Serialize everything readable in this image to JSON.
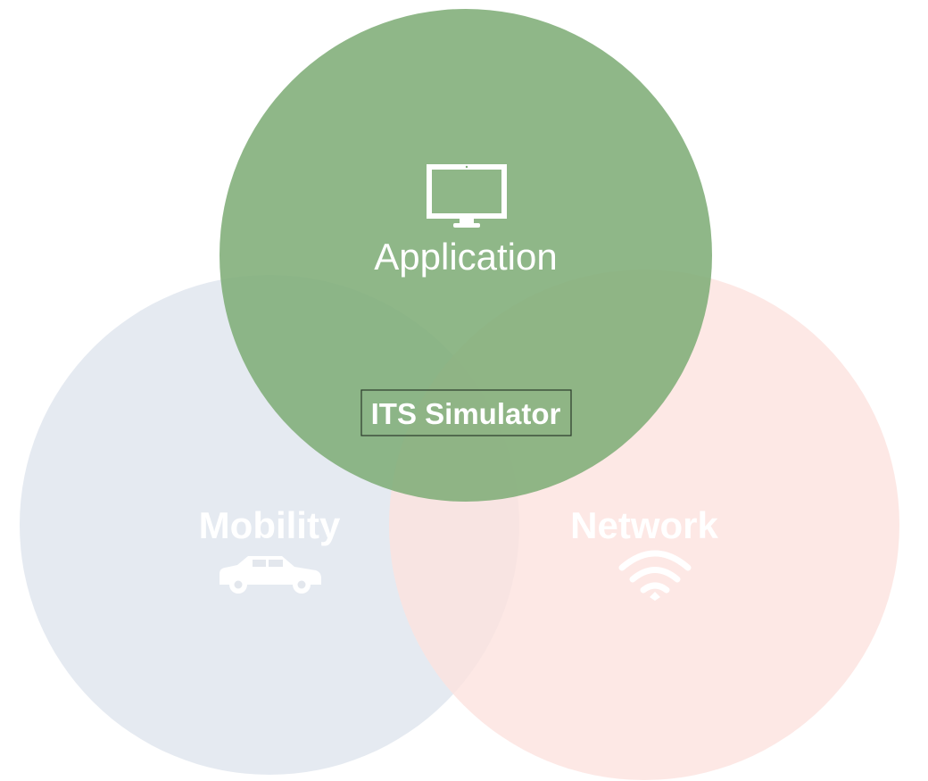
{
  "diagram": {
    "type": "venn",
    "center_label": "ITS Simulator",
    "sets": [
      {
        "key": "application",
        "label": "Application",
        "icon": "monitor-icon",
        "color": "#7fad78"
      },
      {
        "key": "mobility",
        "label": "Mobility",
        "icon": "car-icon",
        "color": "#dfe5ee"
      },
      {
        "key": "network",
        "label": "Network",
        "icon": "wifi-icon",
        "color": "#fde2df"
      }
    ]
  }
}
